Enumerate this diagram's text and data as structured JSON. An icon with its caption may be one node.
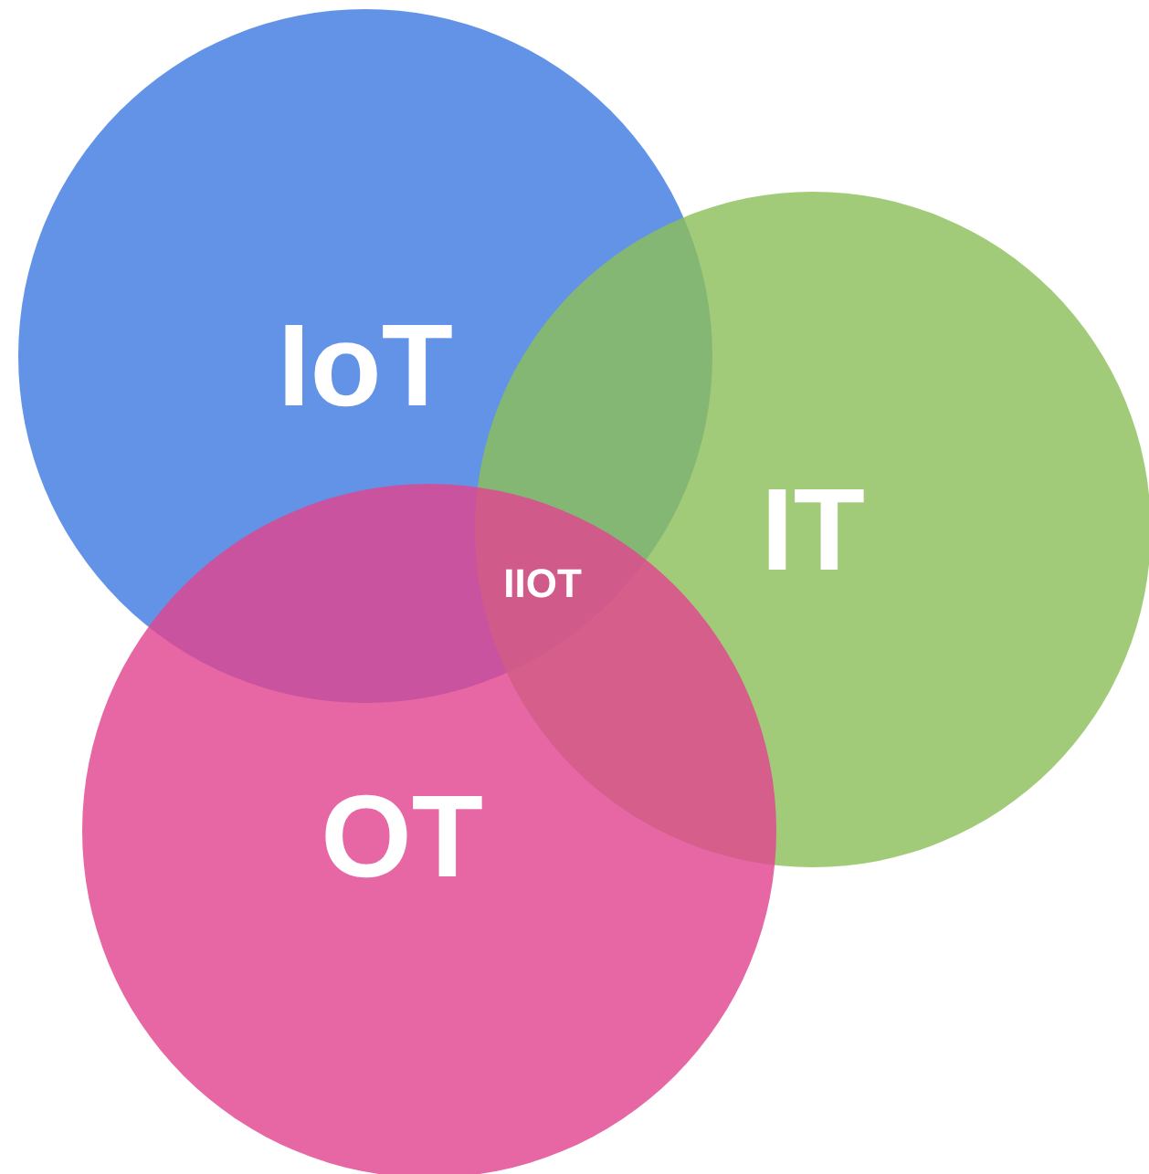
{
  "diagram": {
    "nodes": [
      {
        "text": [
          "IoT"
        ]
      },
      {
        "text": [
          "IT"
        ]
      },
      {
        "text": [
          "OT"
        ]
      }
    ],
    "edges": [],
    "labels": [
      "IIOT"
    ]
  }
}
